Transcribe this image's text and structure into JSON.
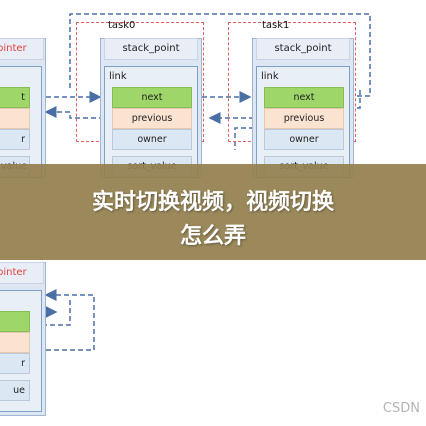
{
  "task0": {
    "title": "task0",
    "stack_point": "stack_point",
    "link": "link",
    "fields": {
      "next": "next",
      "previous": "previous",
      "owner": "owner",
      "sort_value": "sort_value"
    }
  },
  "task1": {
    "title": "task1",
    "stack_point": "stack_point",
    "link": "link",
    "fields": {
      "next": "next",
      "previous": "previous",
      "owner": "owner",
      "sort_value": "sort_value"
    }
  },
  "left_top": {
    "title": "pinter",
    "next_partial": "t",
    "owner_partial": "r",
    "sort_partial": "value"
  },
  "left_bottom": {
    "title": "pinter",
    "owner_partial": "r",
    "sort_partial": "ue"
  },
  "banner": {
    "line1": "实时切换视频，视频切换",
    "line2": "怎么弄"
  },
  "watermark": "CSDN",
  "colors": {
    "next_fill": "#9ed66a",
    "previous_fill": "#fbe3d2",
    "card_fill": "#dde7f3",
    "arrow": "#4a6fa5",
    "task_dash": "#e36060",
    "banner": "#93804f"
  }
}
